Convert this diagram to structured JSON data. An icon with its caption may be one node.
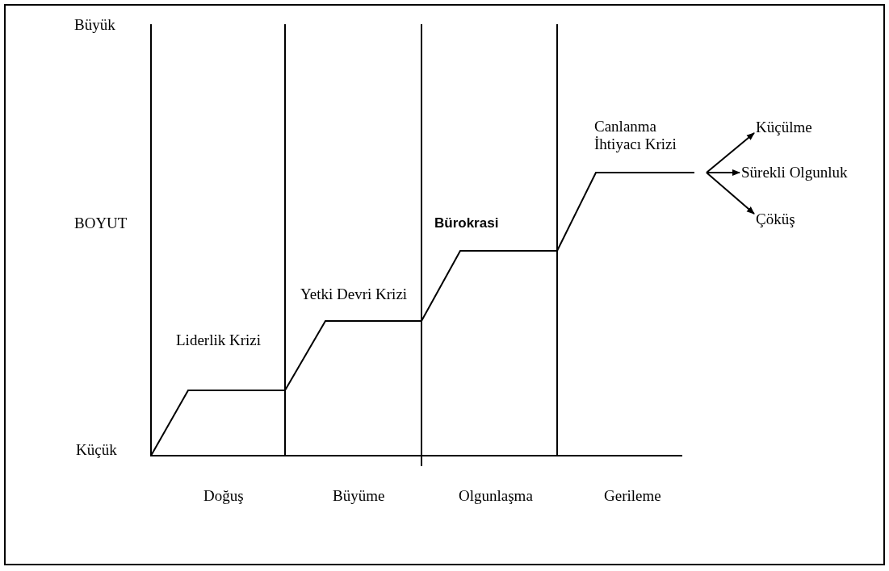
{
  "diagram": {
    "nodes": [
      {
        "text": [
          "Küçülme"
        ]
      },
      {
        "text": [
          "Sürekli Olgunluk"
        ]
      },
      {
        "text": [
          "Çöküş"
        ]
      }
    ],
    "edges": [
      {
        "from": null,
        "to": 0,
        "arrow": "to"
      },
      {
        "from": null,
        "to": 1,
        "arrow": "to"
      },
      {
        "from": null,
        "to": 2,
        "arrow": "to"
      }
    ],
    "labels": [
      "Büyük",
      "Canlanma İhtiyacı Krizi",
      "BOYUT",
      "Bürokrasi",
      "Yetki Devri Krizi",
      "Liderlik Krizi",
      "Küçük",
      "Doğuş",
      "Büyüme",
      "Olgunlaşma",
      "Gerileme"
    ]
  }
}
